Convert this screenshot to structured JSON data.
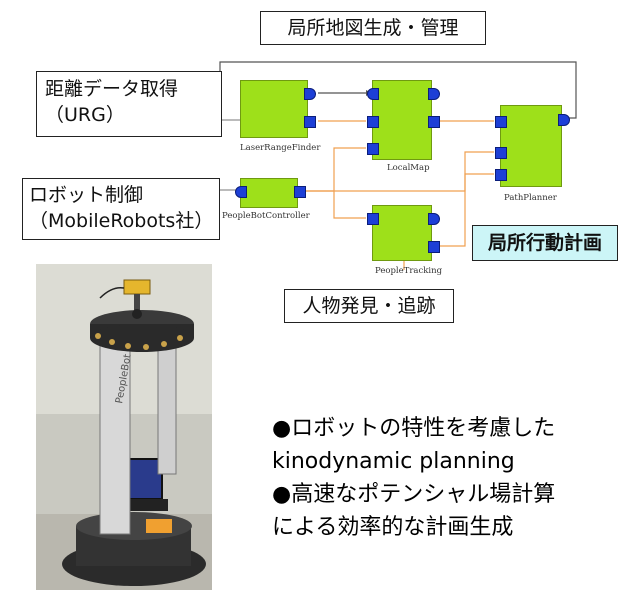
{
  "labels": {
    "local_map_mgmt": "局所地図生成・管理",
    "range_data_line1": "距離データ取得",
    "range_data_line2": "（URG）",
    "robot_ctrl_line1": "ロボット制御",
    "robot_ctrl_line2": "（MobileRobots社）",
    "local_planning": "局所行動計画",
    "people_detect": "人物発見・追跡"
  },
  "components": {
    "laser": "LaserRangeFinder",
    "localmap": "LocalMap",
    "pathplanner": "PathPlanner",
    "peoplebot": "PeopleBotController",
    "tracking": "PeopleTracking"
  },
  "bullets": [
    "●ロボットの特性を考慮した",
    "kinodynamic planning",
    "●高速なポテンシャル場計算",
    "による効率的な計画生成"
  ],
  "colors": {
    "component_fill": "#9ee01a",
    "port_fill": "#1d3fd6",
    "data_wire": "#f0a050",
    "service_wire": "#555555",
    "highlight_box": "#ccf5f7"
  },
  "photo": {
    "brand_text": "PeopleBot"
  }
}
